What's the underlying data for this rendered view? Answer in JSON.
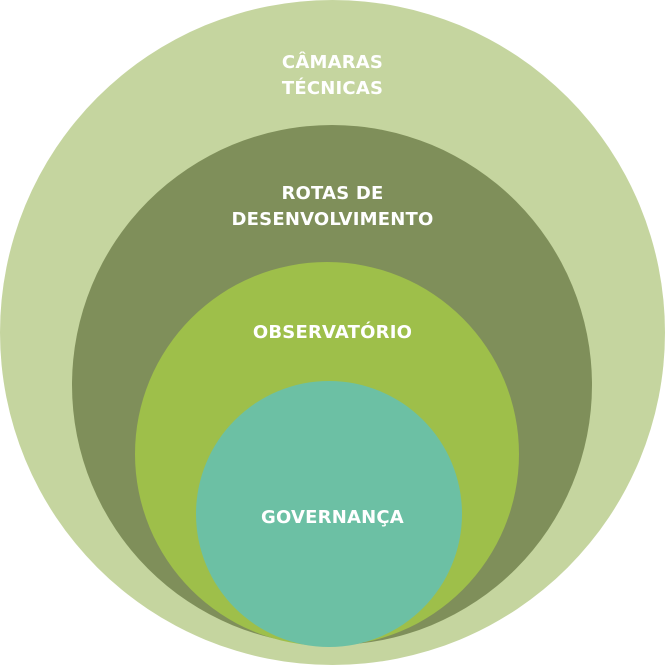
{
  "layers": [
    {
      "lines": [
        "CÂMARAS",
        "TÉCNICAS"
      ],
      "color": "#c5d59f"
    },
    {
      "lines": [
        "ROTAS DE",
        "DESENVOLVIMENTO"
      ],
      "color": "#7f8f5a"
    },
    {
      "lines": [
        "OBSERVATÓRIO"
      ],
      "color": "#9ebf4a"
    },
    {
      "lines": [
        "GOVERNANÇA"
      ],
      "color": "#6cc0a4"
    }
  ]
}
